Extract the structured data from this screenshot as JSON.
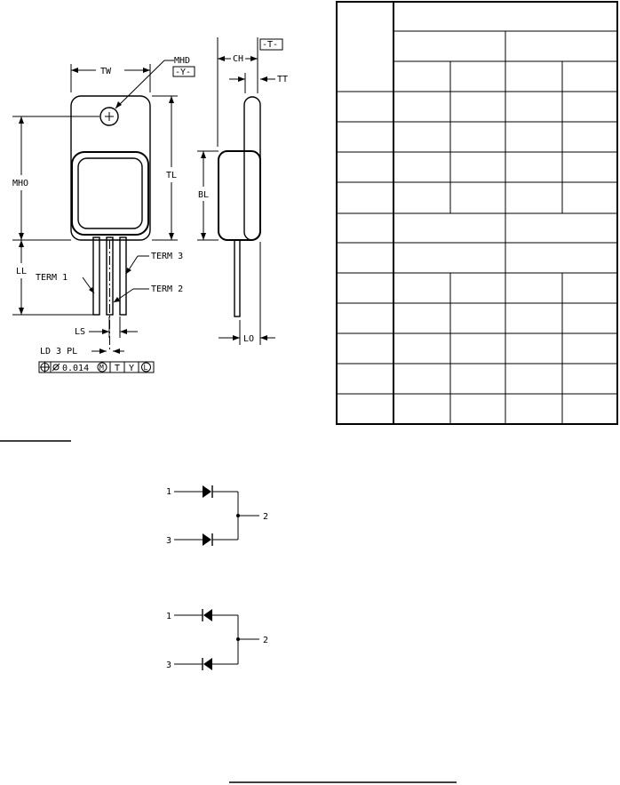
{
  "drawing": {
    "labels": {
      "tw": "TW",
      "mhd": "MHD",
      "datum_y": "-Y-",
      "ch": "CH",
      "datum_t": "-T-",
      "tt": "TT",
      "tl": "TL",
      "mho": "MHO",
      "bl": "BL",
      "ll": "LL",
      "term1": "TERM 1",
      "term2": "TERM 2",
      "term3": "TERM 3",
      "ls": "LS",
      "lo": "LO",
      "ld": "LD 3 PL"
    },
    "tolerance_frame": {
      "value": "0.014",
      "modifier": "M",
      "datum1": "T",
      "datum2": "Y",
      "datum3": "L"
    }
  },
  "dimension_table": {
    "rows": 11,
    "merged_rows": [
      5,
      6
    ]
  },
  "schematics": [
    {
      "pins": [
        "1",
        "3",
        "2"
      ],
      "diode_direction": "anode-in"
    },
    {
      "pins": [
        "1",
        "3",
        "2"
      ],
      "diode_direction": "cathode-in"
    }
  ]
}
